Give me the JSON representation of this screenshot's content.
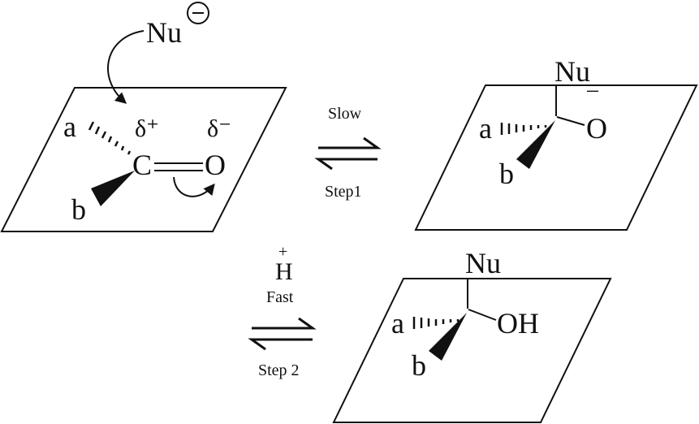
{
  "colors": {
    "ink": "#111111",
    "background": "#ffffff"
  },
  "reactant": {
    "nucleophile": "Nu",
    "nucleophile_charge": "⊖",
    "sub_a": "a",
    "sub_b": "b",
    "carbon": "C",
    "oxygen": "O",
    "carbon_charge": "δ⁺",
    "oxygen_charge": "δ⁻"
  },
  "step1": {
    "top_label": "Slow",
    "bottom_label": "Step1"
  },
  "intermediate": {
    "nucleophile": "Nu",
    "sub_a": "a",
    "sub_b": "b",
    "oxygen": "O",
    "oxygen_charge_bar": "‾"
  },
  "step2": {
    "reagent_charge": "+",
    "reagent": "H",
    "top_label": "Fast",
    "bottom_label": "Step 2"
  },
  "product": {
    "nucleophile": "Nu",
    "sub_a": "a",
    "sub_b": "b",
    "hydroxyl": "OH"
  }
}
